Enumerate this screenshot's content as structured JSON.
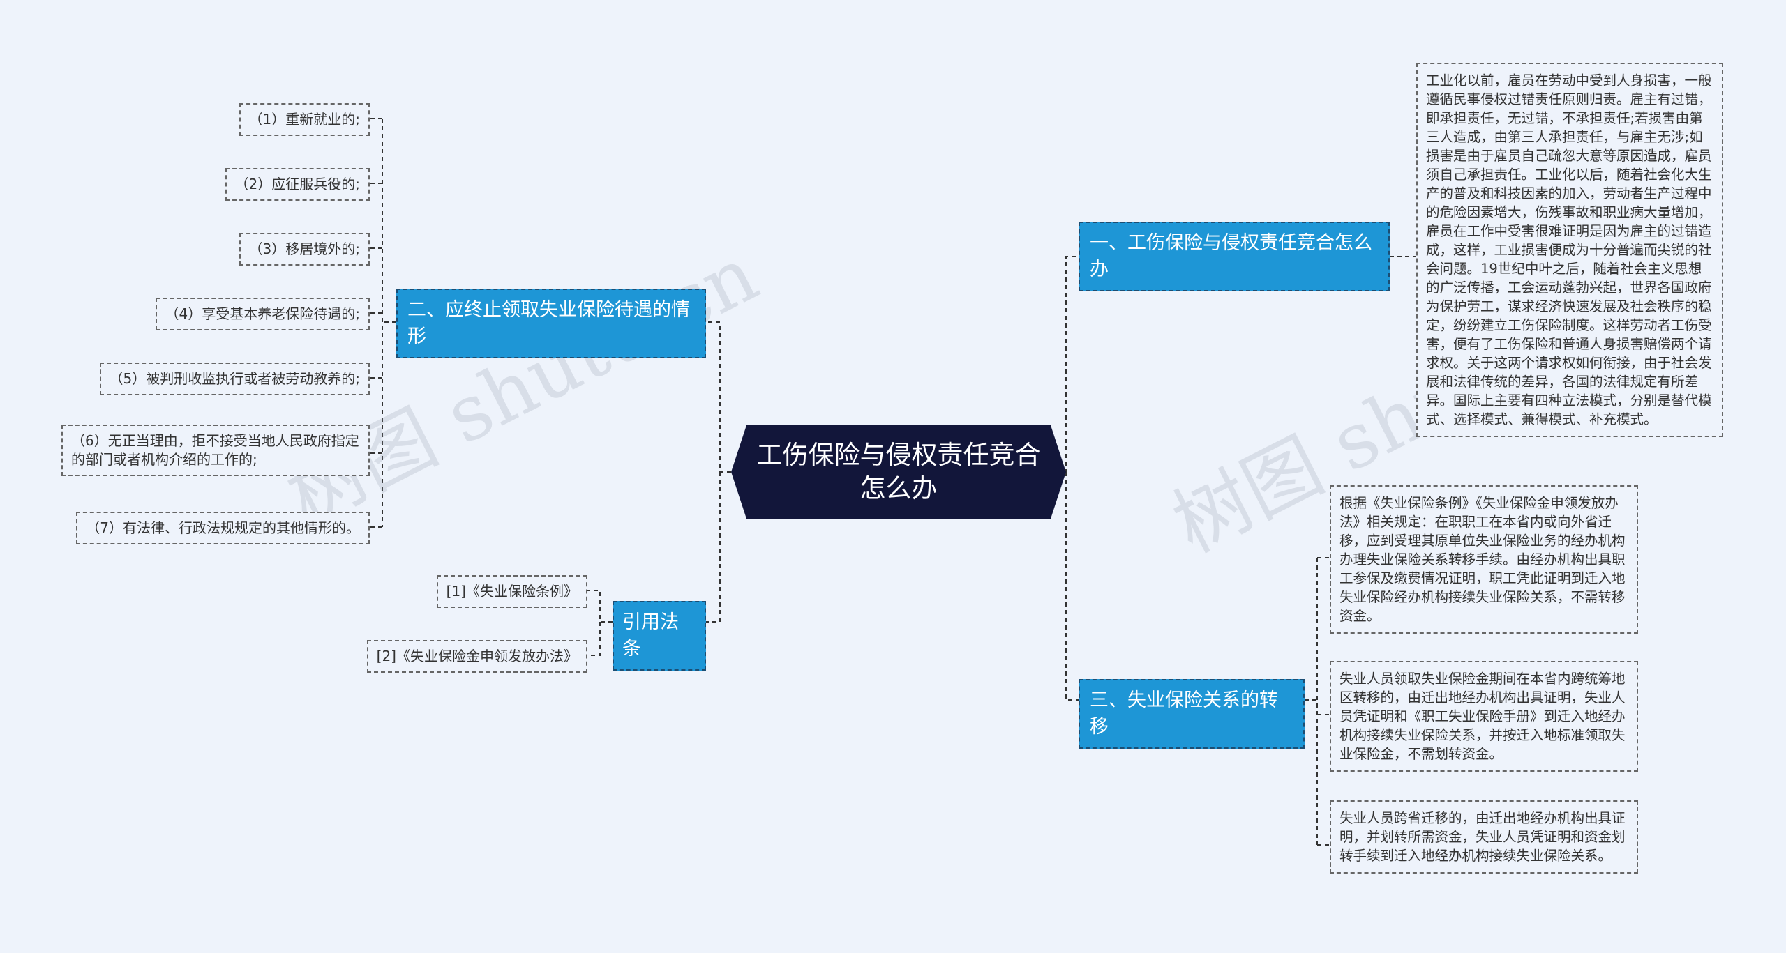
{
  "root": {
    "title": "工伤保险与侵权责任竞合怎么办"
  },
  "branches": {
    "b1": {
      "label": "一、工伤保险与侵权责任竞合怎么办"
    },
    "b2": {
      "label": "二、应终止领取失业保险待遇的情形"
    },
    "b3": {
      "label": "三、失业保险关系的转移"
    },
    "b4": {
      "label": "引用法条"
    }
  },
  "b1_text": "工业化以前，雇员在劳动中受到人身损害，一般遵循民事侵权过错责任原则归责。雇主有过错，即承担责任，无过错，不承担责任;若损害由第三人造成，由第三人承担责任，与雇主无涉;如损害是由于雇员自己疏忽大意等原因造成，雇员须自己承担责任。工业化以后，随着社会化大生产的普及和科技因素的加入，劳动者生产过程中的危险因素增大，伤残事故和职业病大量增加，雇员在工作中受害很难证明是因为雇主的过错造成，这样，工业损害便成为十分普遍而尖锐的社会问题。19世纪中叶之后，随着社会主义思想的广泛传播，工会运动蓬勃兴起，世界各国政府为保护劳工，谋求经济快速发展及社会秩序的稳定，纷纷建立工伤保险制度。这样劳动者工伤受害，便有了工伤保险和普通人身损害赔偿两个请求权。关于这两个请求权如何衔接，由于社会发展和法律传统的差异，各国的法律规定有所差异。国际上主要有四种立法模式，分别是替代模式、选择模式、兼得模式、补充模式。",
  "b2_items": [
    "（1）重新就业的;",
    "（2）应征服兵役的;",
    "（3）移居境外的;",
    "（4）享受基本养老保险待遇的;",
    "（5）被判刑收监执行或者被劳动教养的;",
    "（6）无正当理由，拒不接受当地人民政府指定的部门或者机构介绍的工作的;",
    "（7）有法律、行政法规规定的其他情形的。"
  ],
  "b3_items": [
    "根据《失业保险条例》《失业保险金申领发放办法》相关规定：在职职工在本省内或向外省迁移，应到受理其原单位失业保险业务的经办机构办理失业保险关系转移手续。由经办机构出具职工参保及缴费情况证明，职工凭此证明到迁入地失业保险经办机构接续失业保险关系，不需转移资金。",
    "失业人员领取失业保险金期间在本省内跨统筹地区转移的，由迁出地经办机构出具证明，失业人员凭证明和《职工失业保险手册》到迁入地经办机构接续失业保险关系，并按迁入地标准领取失业保险金，不需划转资金。",
    "失业人员跨省迁移的，由迁出地经办机构出具证明，并划转所需资金，失业人员凭证明和资金划转手续到迁入地经办机构接续失业保险关系。"
  ],
  "b4_items": [
    "[1]《失业保险条例》",
    "[2]《失业保险金申领发放办法》"
  ],
  "watermark": "树图 shutu.cn",
  "colors": {
    "root": "#12163a",
    "branch": "#1e96d6",
    "background": "#eef3fb"
  }
}
